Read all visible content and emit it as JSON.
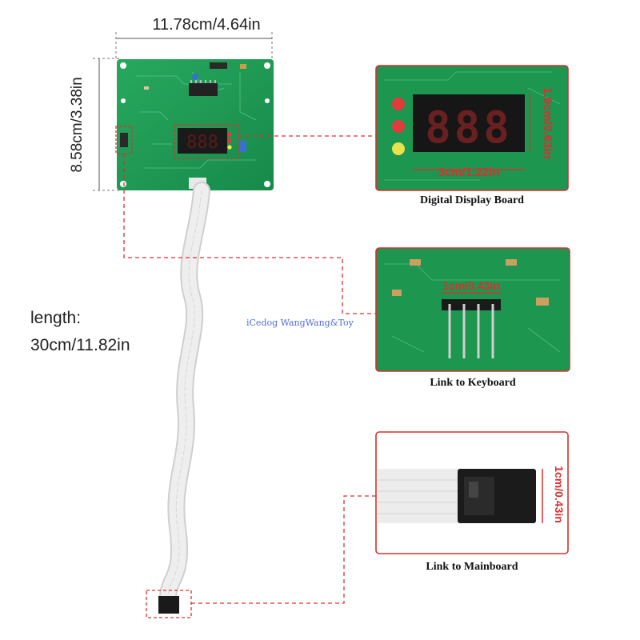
{
  "dimensions": {
    "width_label": "11.78cm/4.64in",
    "height_label": "8.58cm/3.38in",
    "length_label": "length:",
    "length_value": "30cm/11.82in"
  },
  "insets": [
    {
      "caption": "Digital Display Board",
      "size_label_1": "1.6cm/0.63in",
      "size_label_2": "3cm/1.22in",
      "digits": "888"
    },
    {
      "caption": "Link to Keyboard",
      "size_label": "1cm/0.43in"
    },
    {
      "caption": "Link to Mainboard",
      "size_label": "1cm/0.43in"
    }
  ],
  "watermark": "iCedog WangWang&Toy",
  "colors": {
    "pcb": "#1f9a55",
    "accent": "#d93030",
    "cable": "#e9e9e9"
  },
  "icons": [
    "circuit-board",
    "seven-segment-display",
    "ribbon-cable",
    "pin-header",
    "connector"
  ]
}
